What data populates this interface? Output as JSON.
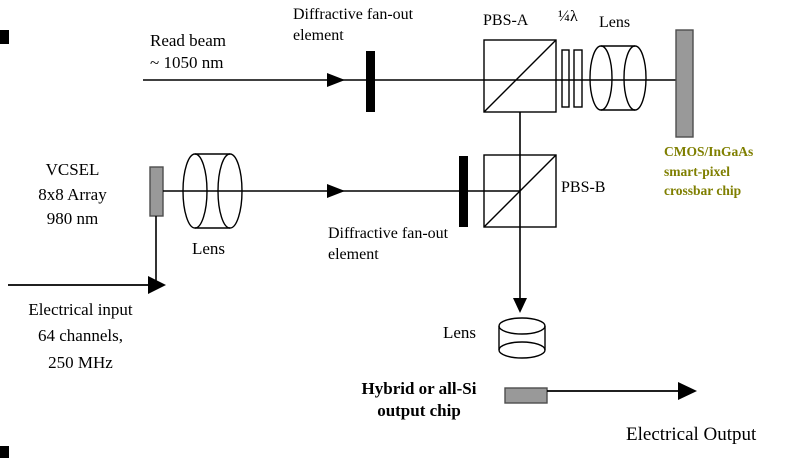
{
  "diagram": {
    "labels": {
      "read_beam": "Read beam\n~ 1050 nm",
      "fanout_top": "Diffractive fan-out\nelement",
      "pbs_a": "PBS-A",
      "quarter_wave_plate": "¼λ",
      "lens_top": "Lens",
      "cmos_chip": "CMOS/InGaAs\nsmart-pixel\ncrossbar chip",
      "vcsel": "VCSEL\n8x8 Array\n980 nm",
      "lens_mid": "Lens",
      "fanout_mid": "Diffractive fan-out\nelement",
      "pbs_b": "PBS-B",
      "lens_bottom": "Lens",
      "output_chip": "Hybrid or all-Si\noutput chip",
      "electrical_output": "Electrical Output",
      "electrical_input": "Electrical input\n64 channels,\n250 MHz"
    },
    "colors": {
      "line": "#000000",
      "chip_fill": "#999999",
      "chip_stroke": "#4d4d4d",
      "bar_fill": "#000000",
      "cmos_label_text": "#7f7f00",
      "background": "#ffffff"
    }
  }
}
